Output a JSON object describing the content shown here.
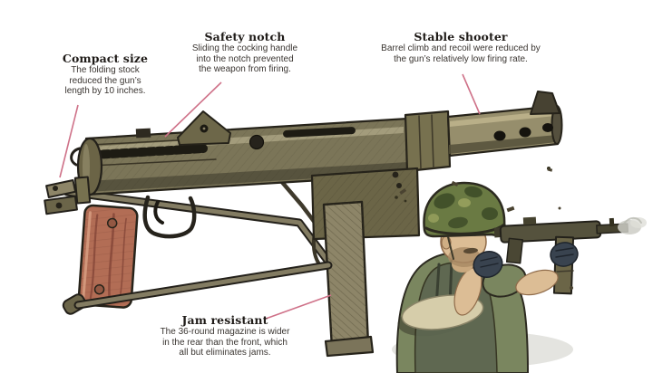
{
  "page": {
    "background": "#ffffff"
  },
  "colors": {
    "leader_line": "#cf7289",
    "heading_text": "#1f1b18",
    "body_text": "#3a3531",
    "gun_olive": "#7b7558",
    "barrel_khaki": "#968e6c",
    "grip_wood": "#b26d55",
    "magazine_khaki": "#8d8568",
    "helmet_camo": "#6a7a43",
    "uniform_olive": "#7a865f",
    "vest_green": "#5d6650",
    "skin": "#dcbd95",
    "glove_navy": "#39434f",
    "smoke_gray": "#cccdc6"
  },
  "annotations": [
    {
      "id": "compact-size",
      "title": "Compact size",
      "lines": [
        "The folding stock",
        "reduced the gun’s",
        "length by 10 inches."
      ]
    },
    {
      "id": "safety-notch",
      "title": "Safety notch",
      "lines": [
        "Sliding the cocking handle",
        "into the notch prevented",
        "the weapon from firing."
      ]
    },
    {
      "id": "stable-shooter",
      "title": "Stable shooter",
      "lines": [
        "Barrel climb and recoil were reduced by",
        "the gun’s relatively low firing rate."
      ]
    },
    {
      "id": "jam-resistant",
      "title": "Jam resistant",
      "lines": [
        "The 36-round magazine is wider",
        "in the rear than the front, which",
        "all but eliminates jams."
      ]
    }
  ],
  "illustrations": {
    "gun": "submachine-gun-side-view",
    "soldier": "soldier-firing-gun"
  }
}
